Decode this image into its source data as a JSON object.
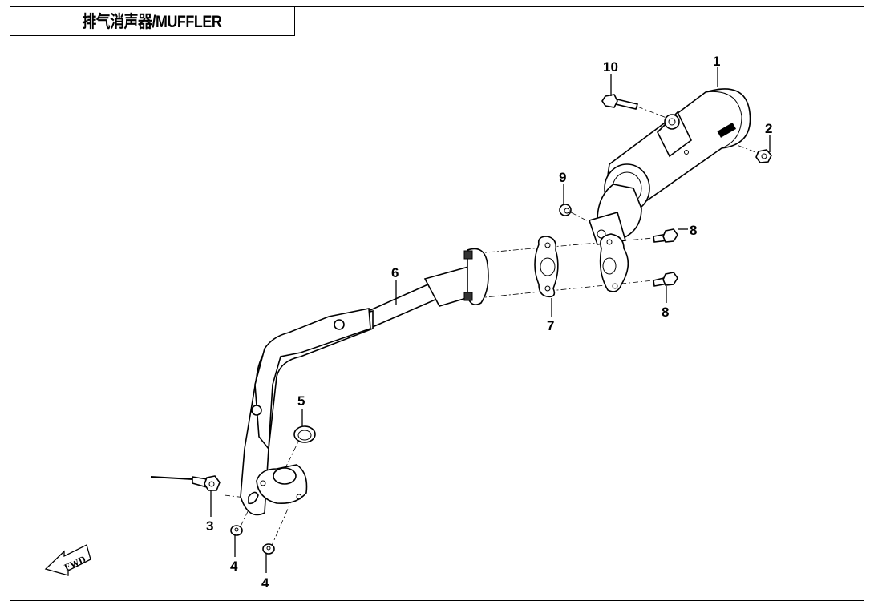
{
  "title": "排气消声器/MUFFLER",
  "fwd_label": "FWD",
  "callouts": [
    {
      "id": "c1",
      "label": "1",
      "part": "muffler"
    },
    {
      "id": "c2",
      "label": "2",
      "part": "nut"
    },
    {
      "id": "c3",
      "label": "3",
      "part": "oxygen-sensor"
    },
    {
      "id": "c4a",
      "label": "4",
      "part": "nut"
    },
    {
      "id": "c4b",
      "label": "4",
      "part": "nut"
    },
    {
      "id": "c5",
      "label": "5",
      "part": "gasket-ring"
    },
    {
      "id": "c6",
      "label": "6",
      "part": "exhaust-pipe"
    },
    {
      "id": "c7",
      "label": "7",
      "part": "flange-gasket"
    },
    {
      "id": "c8a",
      "label": "8",
      "part": "bolt"
    },
    {
      "id": "c8b",
      "label": "8",
      "part": "bolt"
    },
    {
      "id": "c9",
      "label": "9",
      "part": "nut"
    },
    {
      "id": "c10",
      "label": "10",
      "part": "bolt"
    }
  ]
}
